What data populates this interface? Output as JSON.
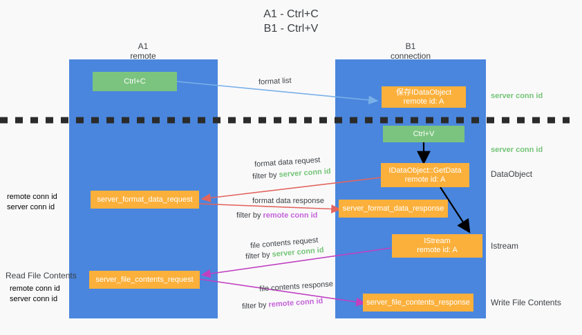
{
  "title": {
    "line1": "A1 - Ctrl+C",
    "line2": "B1 - Ctrl+V"
  },
  "colors": {
    "lane": "#4a86dd",
    "green_box": "#7bc47f",
    "orange_box": "#fbb03c",
    "server_conn_id": "#74c476",
    "remote_conn_id": "#c463d8",
    "red_arrow": "#e2655f",
    "magenta_arrow": "#c040c0",
    "blue_arrow": "#79b0e8",
    "black_arrow": "#000000",
    "background": "#f9f9fa"
  },
  "columns": [
    {
      "name": "A1",
      "sub": "remote"
    },
    {
      "name": "B1",
      "sub": "connection"
    }
  ],
  "boxes": [
    {
      "id": "ctrl-c",
      "kind": "green",
      "line1": "Ctrl+C",
      "line2": ""
    },
    {
      "id": "save-idataobject",
      "kind": "orange",
      "line1": "保存IDataObject",
      "line2": "remote id: A"
    },
    {
      "id": "ctrl-v",
      "kind": "green",
      "line1": "Ctrl+V",
      "line2": ""
    },
    {
      "id": "idataobject-getdata",
      "kind": "orange",
      "line1": "IDataObject::GetData",
      "line2": "remote id: A"
    },
    {
      "id": "server-format-data-request",
      "kind": "orange",
      "line1": "server_format_data_request",
      "line2": ""
    },
    {
      "id": "server-format-data-response",
      "kind": "orange",
      "line1": "server_format_data_response",
      "line2": ""
    },
    {
      "id": "istream",
      "kind": "orange",
      "line1": "IStream",
      "line2": "remote id: A"
    },
    {
      "id": "server-file-contents-request",
      "kind": "orange",
      "line1": "server_file_contents_request",
      "line2": ""
    },
    {
      "id": "server-file-contents-response",
      "kind": "orange",
      "line1": "server_file_contents_response",
      "line2": ""
    }
  ],
  "edge_labels": {
    "format_list": "format list",
    "format_data_request": "format data request",
    "format_data_response": "format data response",
    "file_contents_request": "file contents request",
    "file_contents_response": "file contents response",
    "filter_by": "filter by",
    "server_conn_id": "server conn id",
    "remote_conn_id": "remote conn id"
  },
  "right_annotations": [
    {
      "id": "server-conn-id-1",
      "text": "server conn id",
      "style": "green"
    },
    {
      "id": "server-conn-id-2",
      "text": "server conn id",
      "style": "green"
    },
    {
      "id": "dataobject",
      "text": "DataObject",
      "style": "plain"
    },
    {
      "id": "istream-label",
      "text": "Istream",
      "style": "plain"
    },
    {
      "id": "write-file-contents",
      "text": "Write File Contents",
      "style": "plain"
    }
  ],
  "left_annotations": [
    {
      "id": "conn-ids-upper-remote",
      "text": "remote conn id",
      "style": "magenta"
    },
    {
      "id": "conn-ids-upper-server",
      "text": "server conn id",
      "style": "green"
    },
    {
      "id": "read-file-contents",
      "text": "Read File Contents",
      "style": "plain"
    },
    {
      "id": "conn-ids-lower-remote",
      "text": "remote conn id",
      "style": "magenta"
    },
    {
      "id": "conn-ids-lower-server",
      "text": "server conn id",
      "style": "green"
    }
  ]
}
